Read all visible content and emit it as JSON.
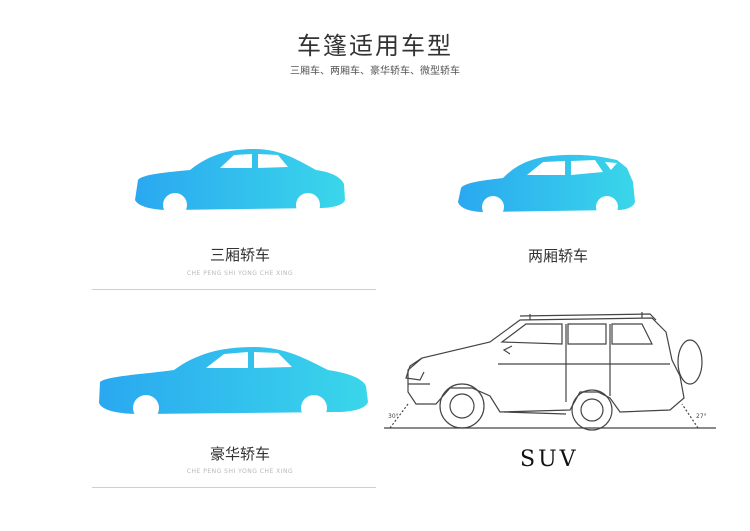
{
  "header": {
    "title": "车篷适用车型",
    "subtitle": "三厢车、两厢车、豪华轿车、微型轿车"
  },
  "cars": [
    {
      "label": "三厢轿车",
      "pinyin": "CHE PENG SHI YONG CHE XING"
    },
    {
      "label": "两厢轿车"
    },
    {
      "label": "豪华轿车",
      "pinyin": "CHE PENG SHI YONG CHE XING"
    },
    {
      "label": "SUV"
    }
  ],
  "colors": {
    "gradient_start": "#2aa8f0",
    "gradient_end": "#38e0e8",
    "line_art": "#444444"
  },
  "icons": [
    "sedan-silhouette-icon",
    "hatchback-silhouette-icon",
    "luxury-sedan-silhouette-icon",
    "suv-line-drawing-icon"
  ]
}
